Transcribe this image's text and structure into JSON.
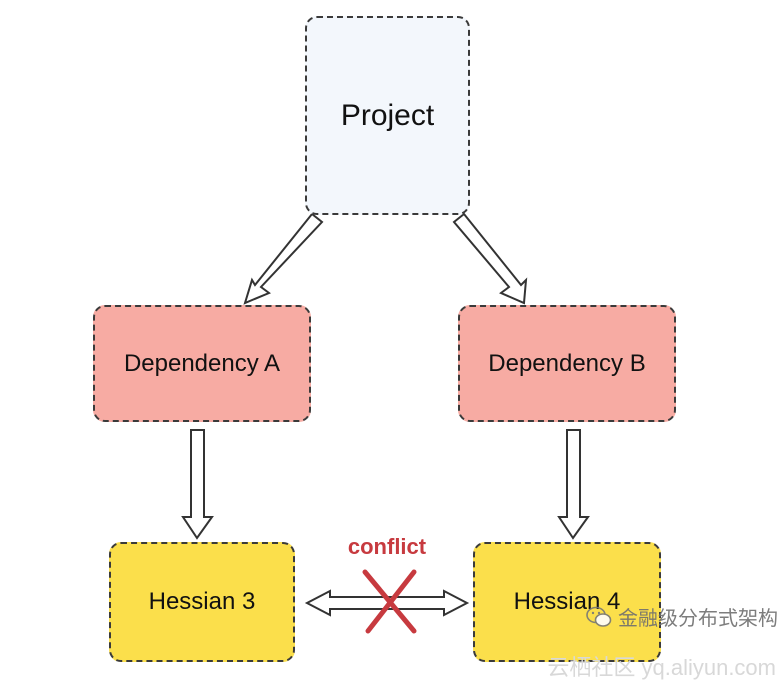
{
  "nodes": {
    "project": "Project",
    "dependency_a": "Dependency A",
    "dependency_b": "Dependency B",
    "hessian_3": "Hessian 3",
    "hessian_4": "Hessian 4"
  },
  "edge_labels": {
    "conflict": "conflict"
  },
  "watermark": {
    "account": "金融级分布式架构",
    "site": "云栖社区 yq.aliyun.com",
    "icon": "wechat-icon"
  },
  "colors": {
    "project_fill": "#f3f7fc",
    "dependency_fill": "#f7aba3",
    "hessian_fill": "#fbdf4b",
    "conflict_red": "#c73a3f",
    "border": "#3a3a3a"
  }
}
